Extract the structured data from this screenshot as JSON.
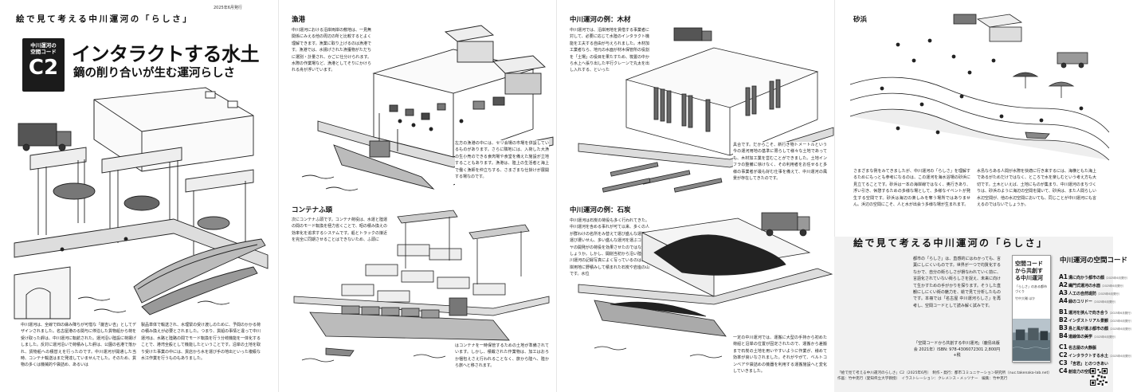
{
  "panel1": {
    "series_title": "絵で見て考える中川運河の「らしさ」",
    "date": "2025年6月発行",
    "code_label": "中川運河の\n空間コード",
    "code": "C2",
    "title": "インタラクトする水土",
    "subtitle": "鏑の削り合いが生む運河らしさ",
    "body_left": "中川運河は、全線で四の縁み降ちが可惜な「厳吉い吉」としてデザインされました。名古屋港のる関与に停泊した貨物船から荷を受け取った艀は、中川運河に転航された。運河沿い陸設に荷揚げしました。反対に運河沿いで荷積みした艀は、公園の名港で落かれ、貨物船への積替えを行ったのです。中川運河が開通した当時、コンテナ輸送はまだ発達していませんでした。そのため、貨物の多くは機械的や袋詰め、あるいは",
    "body_right": "製品単体で輸送され、水理緊の受け渡しのために、予間のかかる荷の積み換えが必要とされました。つまり、貨船の事情と違って中川運河は、水路と陸路の間でモード転換を行う分岐機能を一体化することで、港湾全般として機能したということです。沿岸の土地を取り受けた事業の中には、貨店から水を運び手の地出といった複級な水江作業を行うものもありました。"
  },
  "panel2": {
    "sec1": "漁港",
    "text1a": "中川運河における沿岸両岸の敷地は、一見無関係にみえる他の周辺の所と比較するとよく理解できます。漁業に取り上げるのは漁港です。漁港では、水揚げされた漁獲物がただちに選別・計量され、かごに仕分けられます。水際の作業場など、漁港としてそりにかけられる舟が浮いています。",
    "text1b": "左方の漁港の中には、セリ会場の市場を併設しているものがあります。さらに隣地には、入荷した大漁の生小売のできる食肉場や食堂を備えた施設が立地することもあります。漁港は、陸上の生活者と海上で働く漁師を仲立ちする、さまざまな仕掛けが展開する場なのです。",
    "sec2": "コンテナふ頭",
    "text2a": "次にコンテナふ頭です。コンテナ荷役は、水運と陸運の間のモード転換を極力省くことで、昭の積み換えの効率化を追求するシステムです。船とトラックの接近を完全に同期させることはできないため、ふ頭に",
    "text2b": "はコンテナを一時保管するための土地が準備されています。しかし、積載された作業物は、加工はおろか梱包えさえ行われることなく、旅から陸へ、陸から旅へと移されます。"
  },
  "panel3": {
    "sec1": "中川運河の例：木材",
    "text1a": "中川運河では、沿岸用地を賃借する事業者に対して、必要に応じて水陸のインタラクト機能を工夫する自由が与えられました。木材加工業者なら、地元の水面が材木保管所の役割を「土場」の役目を果たすため、筏置の中から水上へ張り出した平行クレーンで丸太を出し入れする、といった",
    "text1b": "具合です。だからこそ、新行き物トメートルという今の運河用地の基準に限らして様々な土地であっても、木材加工業を営むことができました。土地インフラの整備に徐けなく、その利用者をお任せると多様の事業者が最も好む仕事を備えて、中川運河の風景が存在してきたのです。",
    "sec2": "中川運河の例：石炭",
    "text2a": "中川運河は石炭の荷役も多く行われてきた。中川運河を含める事れが可て以来、多くの人が群わけの名所をみ替えて運び盛んな運河を運び遭いせん、多い盛んな運河を運ぶコンベヤの開発がの荷役を効果させたのではないでしょうか。しかし、開削当初から沿い陸の中川運河の記録写真によく写っているのは、沿岸用地に野積みして積まれた石炭や岩塩の山です。水位",
    "text2b": "一定の中川運河では、運搬に大型の手持から初めた荷船と沿岸の位置が固定されたので、運搬から差搬まで石炭の土地を用いやすいように作業が、様めて効率が良いなされました。それがやがて、ベルトコンベアや袋詰めの機器を利用する運搬施設へと変化していきました。"
  },
  "panel4": {
    "sec1": "砂浜",
    "text1a": "さまざまな例をみてきましたが、中川運河の「らしさ」を理解するためにもっとも参考になるのは、この運河を海水浴場の砂浜に見立てることです。砂浜は一本の海岸線ではなく、奥行きあり、浮い引き、休憩するための多様な場として、多様なイベントが発生する空間です。砂浜は海辺の楽しみを奪う場所ではありません。浜辺の空間にこそ、人と水が出会う多様な場が生まれます。",
    "text1b": "水島ならある人間が水際を快適に行き来するには、海横ともた海上であるがためだけではなく、ところで水を楽しむという考え方も大切です。土木といえば、土地にものが集まり、中川運河のまちづくりは、砂浜のように海辺の空間を開いて、砂浜は、また人間らしい水辺空間が、他の水辺空間においても、同じことが中川運河にも言えるのではないでしょうか。",
    "big_title": "絵で見て考える中川運河の「らしさ」",
    "info_text": "都市の「らしさ」は、直感的にはわかっても、言葉にしにくいものです。世界が一つで均質化するなかで、自分の街らしさが損なわれていく前に、言語化されていない街らしさを捉え、未来に向けて生かすための手がかりを探ります。そうした直観にしにくい街の魅力を、絵で見て分析したものです。本冊では「名古屋 中川運河らしさ」を再考し、空間コードとして読み解く試みです。",
    "book_title": "空間コードから共創する中川運河",
    "book_sub": "「らしさ」のある都市づくり",
    "book_authors": "竹中大輔 ほか",
    "book_caption": "「空間コードから共創する中川運河」（鹿島出版会 2021年）ISBN: 978-4306072301 2,800円+税",
    "list_title": "中川運河の空間コード",
    "codes": [
      {
        "code": "A1",
        "label": "溝に向かう都市の顔",
        "year": "（2025年6月発行）"
      },
      {
        "code": "A2",
        "label": "繊門式運河の水面",
        "year": "（2025年6月発行）"
      },
      {
        "code": "A3",
        "label": "人工の自然堤防",
        "year": "（2025年6月発行）"
      },
      {
        "code": "A4",
        "label": "緑のコリドー",
        "year": "（2025年6月発行）"
      },
      {
        "code": "B1",
        "label": "運河を挟んで向き合う",
        "year": "（2025年6月発行）"
      },
      {
        "code": "B2",
        "label": "インダストリアル景観",
        "year": "（2025年6月発行）"
      },
      {
        "code": "B3",
        "label": "島と風が運ぶ都市の顔",
        "year": "（2025年6月発行）"
      },
      {
        "code": "B4",
        "label": "道線体の美学",
        "year": "（2025年6月発行）"
      },
      {
        "code": "C1",
        "label": "名古屋の大静脈",
        "year": ""
      },
      {
        "code": "C2",
        "label": "インタラクトする水土",
        "year": "（2025年6月発行）"
      },
      {
        "code": "C3",
        "label": "「吉君」とのつきあい",
        "year": ""
      },
      {
        "code": "C4",
        "label": "創造力の空間",
        "year": ""
      }
    ],
    "footer": "「絵で見て考える中川運河のらしさ」C2（2025年6月）　制作・発行：都市コミュニケーション研究所（nuc.takenaka-lab.net）\n作画：竹中克行（愛知県立大学教授）　イラストレーション：クレメンス・メッツナー　編集：竹中克行"
  }
}
